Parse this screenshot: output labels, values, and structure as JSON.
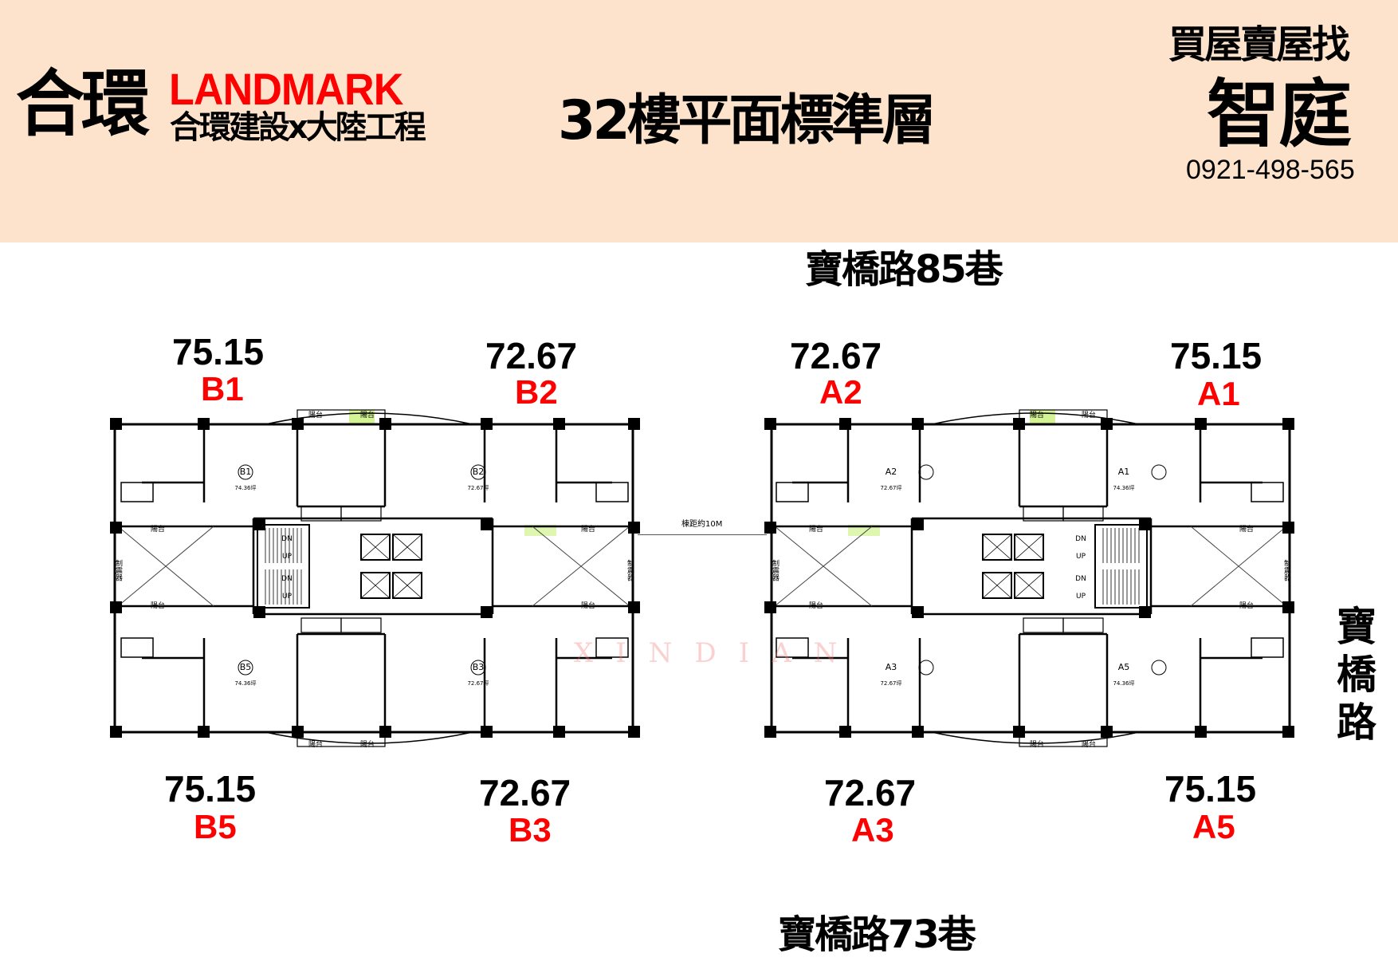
{
  "header": {
    "brand_cn": "合環",
    "brand_en": "LANDMARK",
    "brand_sub": "合環建設x大陸工程",
    "title": "32樓平面標準層",
    "agent_tagline": "買屋賣屋找",
    "agent_name": "智庭",
    "phone": "0921-498-565"
  },
  "roads": {
    "top": "寶橋路85巷",
    "bottom": "寶橋路73巷",
    "right": "寶橋路"
  },
  "building_gap": "棟距約10M",
  "watermark": "XINDIAN",
  "units": {
    "B1": {
      "label": "B1",
      "area": "75.15",
      "plan_area": "74.36坪"
    },
    "B2": {
      "label": "B2",
      "area": "72.67",
      "plan_area": "72.67坪"
    },
    "B5": {
      "label": "B5",
      "area": "75.15",
      "plan_area": "74.36坪"
    },
    "B3": {
      "label": "B3",
      "area": "72.67",
      "plan_area": "72.67坪"
    },
    "A2": {
      "label": "A2",
      "area": "72.67",
      "plan_area": "72.67坪"
    },
    "A1": {
      "label": "A1",
      "area": "75.15",
      "plan_area": "74.36坪"
    },
    "A3": {
      "label": "A3",
      "area": "72.67",
      "plan_area": "72.67坪"
    },
    "A5": {
      "label": "A5",
      "area": "75.15",
      "plan_area": "74.36坪"
    }
  },
  "plan_labels": {
    "balcony": "陽台",
    "damper": "制震器",
    "down": "DN",
    "up": "UP"
  },
  "colors": {
    "header_bg": "#fde3cb",
    "unit_label": "#ff0000",
    "highlight": "#c8f07a"
  }
}
